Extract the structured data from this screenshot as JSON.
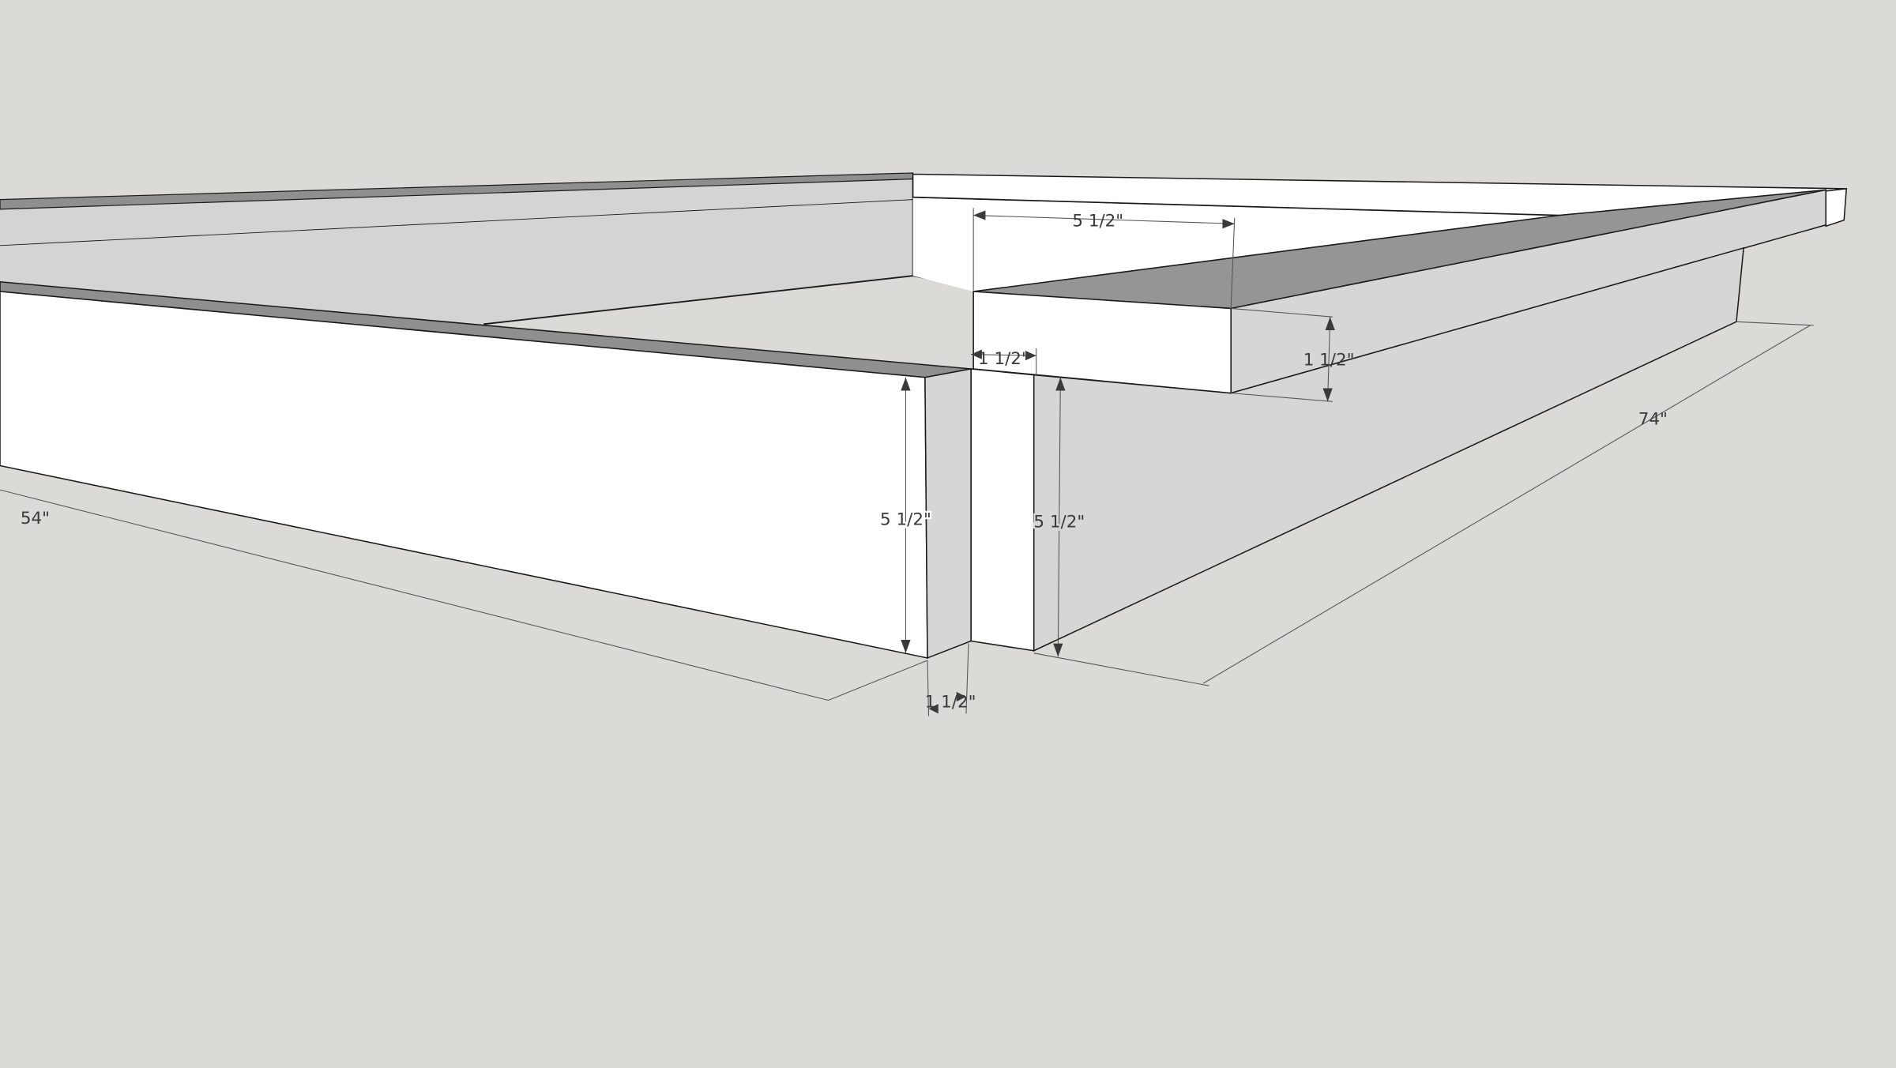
{
  "viewport": {
    "background_color": "#dbdad6"
  },
  "model": {
    "colors": {
      "face_white": "#ffffff",
      "face_gray": "#d6d6d6",
      "top_dark": "#959595",
      "edge": "#1a1a1a"
    }
  },
  "dimensions": {
    "back_board_width": "5 1/2\"",
    "board_thickness_top": "1 1/2\"",
    "right_board_height": "1 1/2\"",
    "length_right": "74\"",
    "length_left": "54\"",
    "left_wall_height": "5 1/2\"",
    "right_wall_height": "5 1/2\"",
    "board_thickness_bottom": "1 1/2\""
  }
}
